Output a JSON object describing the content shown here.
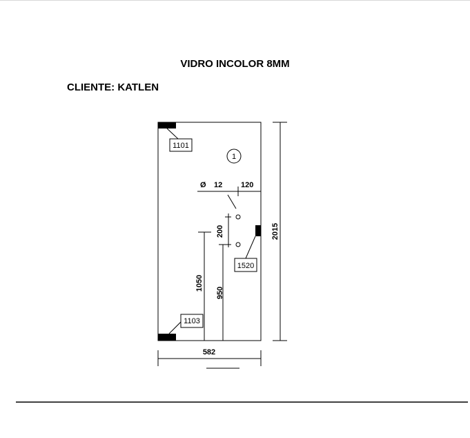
{
  "header": {
    "title": "VIDRO INCOLOR 8MM",
    "client": "CLIENTE: KATLEN"
  },
  "drawing": {
    "piece_number": "1",
    "width": "582",
    "height": "2015",
    "hole_diameter_symbol": "Ø",
    "hole_diameter": "12",
    "hole_offset": "120",
    "hole_spacing": "200",
    "height_a": "1050",
    "height_b": "950",
    "hardware": [
      "1101",
      "1103",
      "1520"
    ]
  }
}
